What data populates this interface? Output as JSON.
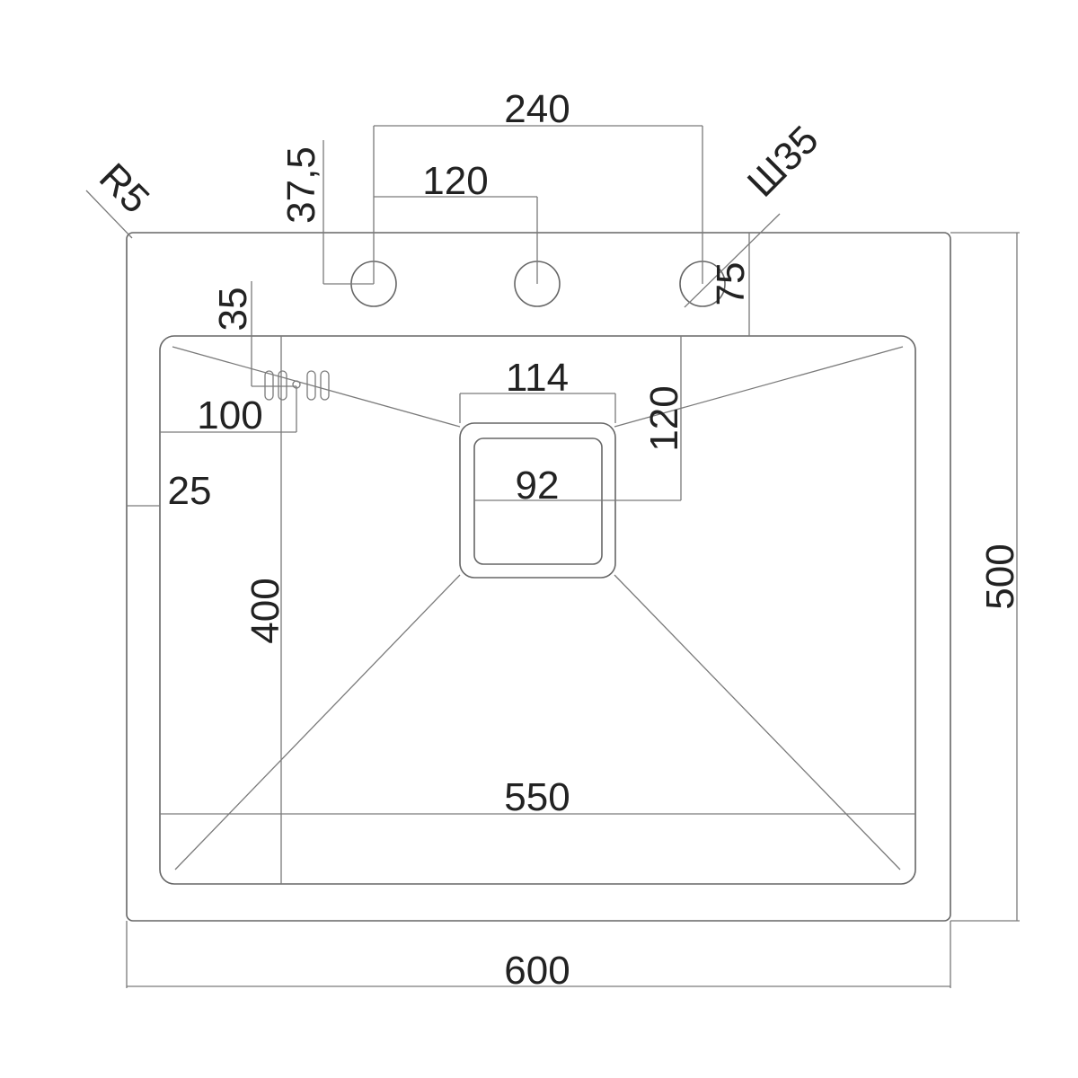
{
  "dimensions": {
    "corner_radius": "R5",
    "tap_hole_diameter": "Ш35",
    "tap_hole_spacing_outer": "240",
    "tap_hole_spacing_inner": "120",
    "tap_hole_edge_offset": "37,5",
    "tap_hole_from_bowl": "75",
    "overflow_offset": "35",
    "overflow_height": "100",
    "bowl_side_offset": "25",
    "bowl_depth": "400",
    "drain_outer_width": "114",
    "drain_inner_width": "92",
    "drain_from_bowl_top": "120",
    "bowl_width": "550",
    "overall_width": "600",
    "overall_depth": "500"
  }
}
